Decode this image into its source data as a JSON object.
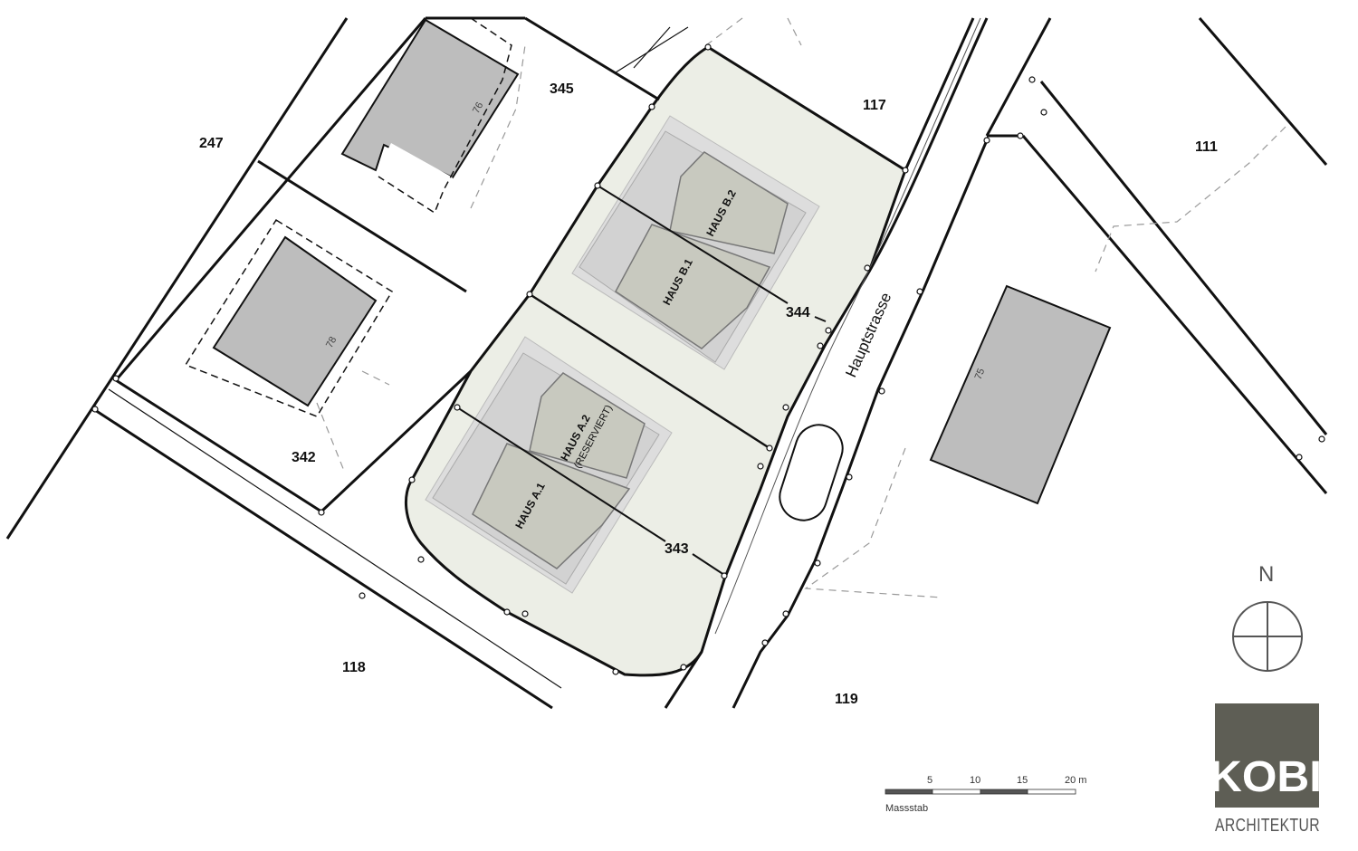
{
  "parcels": {
    "p247": "247",
    "p345": "345",
    "p117": "117",
    "p111": "111",
    "p342": "342",
    "p344": "344",
    "p343": "343",
    "p118": "118",
    "p119": "119"
  },
  "buildings": {
    "b76": "76",
    "b78": "78",
    "b75": "75"
  },
  "houses": {
    "b2": "HAUS B.2",
    "b1": "HAUS B.1",
    "a2": "HAUS A.2",
    "a2_note": "(RESERVIERT)",
    "a1": "HAUS A.1"
  },
  "street": {
    "name": "Hauptstrasse"
  },
  "scale": {
    "ticks": [
      "5",
      "10",
      "15",
      "20 m"
    ],
    "label": "Massstab"
  },
  "north": {
    "label": "N"
  },
  "logo": {
    "name": "KOBI",
    "subtitle": "ARCHITEKTUR",
    "color": "#5e5e55"
  },
  "colors": {
    "site_fill": "#eceee6",
    "house_fill": "#c8c9bf",
    "building_fill": "#bdbdbd",
    "footprint_light": "#dcdcdc",
    "footprint_mid": "#d0d0d0"
  }
}
